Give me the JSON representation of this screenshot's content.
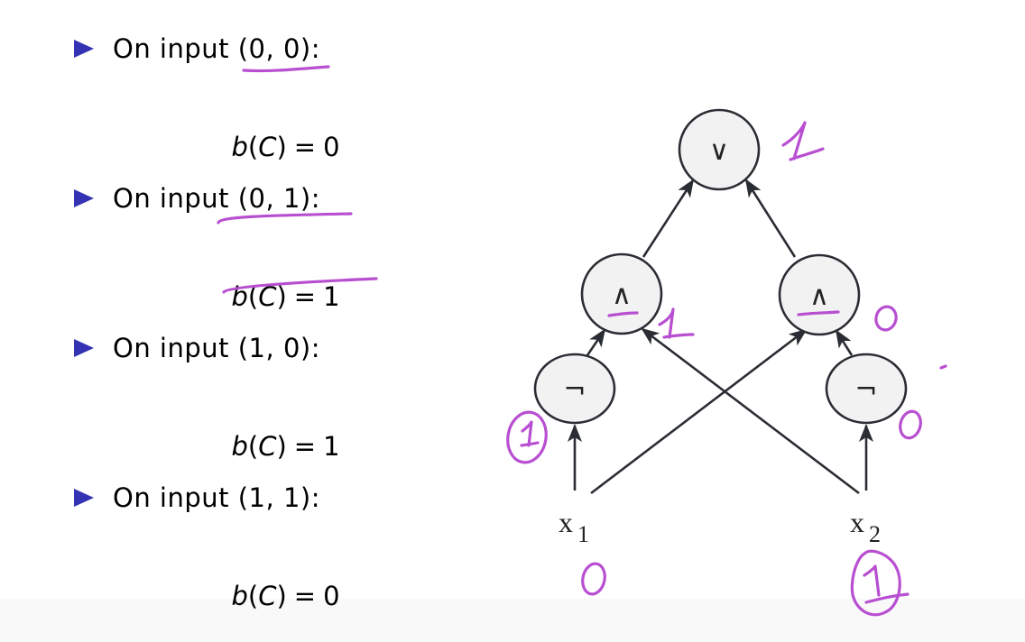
{
  "slide": {
    "bullets": [
      {
        "label": "On input (0, 0):",
        "result_fn": "b",
        "result_var": "C",
        "result_value": "0",
        "input_underlined": true,
        "result_underlined": false
      },
      {
        "label": "On input (0, 1):",
        "result_fn": "b",
        "result_var": "C",
        "result_value": "1",
        "input_underlined": true,
        "result_underlined": true
      },
      {
        "label": "On input (1, 0):",
        "result_fn": "b",
        "result_var": "C",
        "result_value": "1",
        "input_underlined": false,
        "result_underlined": false
      },
      {
        "label": "On input (1, 1):",
        "result_fn": "b",
        "result_var": "C",
        "result_value": "0",
        "input_underlined": false,
        "result_underlined": false
      }
    ],
    "bullet_color": "#3333b3"
  },
  "circuit": {
    "nodes": {
      "or": {
        "symbol": "∨"
      },
      "and_left": {
        "symbol": "∧"
      },
      "and_right": {
        "symbol": "∧"
      },
      "not_left": {
        "symbol": "¬"
      },
      "not_right": {
        "symbol": "¬"
      }
    },
    "inputs": {
      "x1": {
        "base": "x",
        "sub": "1"
      },
      "x2": {
        "base": "x",
        "sub": "2"
      }
    },
    "node_fill": "#f2f2f2",
    "stroke_color": "#2a2d33"
  },
  "annotations": {
    "ink_color": "#b84fd1",
    "or_value": "1",
    "and_left_value": "1",
    "and_right_value": "0",
    "not_left_value": "1",
    "not_right_value": "0",
    "x1_value": "0",
    "x2_value": "1"
  }
}
